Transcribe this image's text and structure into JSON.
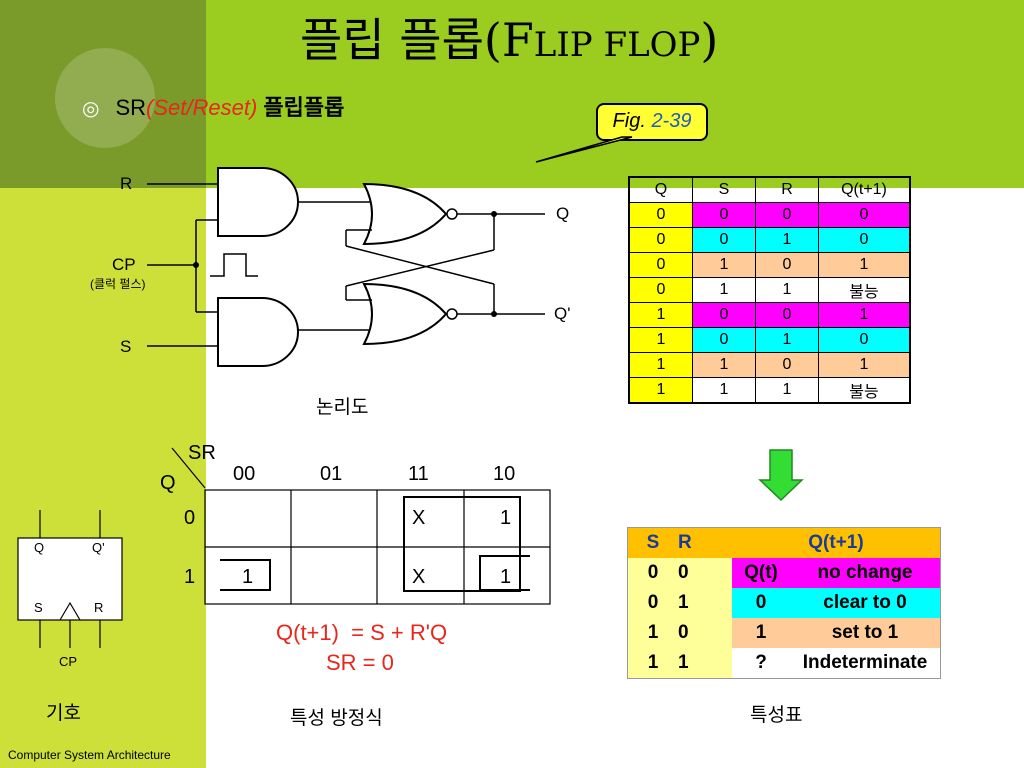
{
  "title": {
    "hangul": "플립 플롭",
    "open": "(",
    "F": "F",
    "rest": "LIP FLOP",
    "close": ")"
  },
  "bullet": {
    "prefix": "SR",
    "italic": "(Set/Reset)",
    "suffix": "플립플롭"
  },
  "figure_ref": {
    "fig": "Fig.",
    "num": "2-39"
  },
  "logic": {
    "R": "R",
    "CP": "CP",
    "CP_note": "(클럭 펄스)",
    "S": "S",
    "Q": "Q",
    "Qp": "Q'",
    "caption": "논리도"
  },
  "truth_table": {
    "headers": [
      "Q",
      "S",
      "R",
      "Q(t+1)"
    ],
    "rows": [
      {
        "cells": [
          "0",
          "0",
          "0",
          "0"
        ],
        "color": "#ff00ff"
      },
      {
        "cells": [
          "0",
          "0",
          "1",
          "0"
        ],
        "color": "#00ffff"
      },
      {
        "cells": [
          "0",
          "1",
          "0",
          "1"
        ],
        "color": "#ffcc99"
      },
      {
        "cells": [
          "0",
          "1",
          "1",
          "불능"
        ],
        "color": "#ffffff"
      },
      {
        "cells": [
          "1",
          "0",
          "0",
          "1"
        ],
        "color": "#ff00ff"
      },
      {
        "cells": [
          "1",
          "0",
          "1",
          "0"
        ],
        "color": "#00ffff"
      },
      {
        "cells": [
          "1",
          "1",
          "0",
          "1"
        ],
        "color": "#ffcc99"
      },
      {
        "cells": [
          "1",
          "1",
          "1",
          "불능"
        ],
        "color": "#ffffff"
      }
    ],
    "first_col_color": "#ffff00"
  },
  "kmap": {
    "SR": "SR",
    "Q": "Q",
    "cols": [
      "00",
      "01",
      "11",
      "10"
    ],
    "rows": [
      "0",
      "1"
    ],
    "cells": [
      [
        "",
        "",
        "X",
        "1"
      ],
      [
        "1",
        "",
        "X",
        "1"
      ]
    ],
    "eq1": "Q(t+1)  = S + R'Q",
    "eq2": "SR = 0",
    "caption": "특성 방정식"
  },
  "char_table": {
    "headers": [
      "S",
      "R",
      "Q(t+1)"
    ],
    "rows": [
      {
        "s": "0",
        "r": "0",
        "q": "Q(t)",
        "desc": "no change",
        "color": "#ff00ff"
      },
      {
        "s": "0",
        "r": "1",
        "q": "0",
        "desc": "clear to 0",
        "color": "#00ffff"
      },
      {
        "s": "1",
        "r": "0",
        "q": "1",
        "desc": "set to 1",
        "color": "#ffcc99"
      },
      {
        "s": "1",
        "r": "1",
        "q": "?",
        "desc": "Indeterminate",
        "color": "#ffffff"
      }
    ],
    "caption": "특성표"
  },
  "symbol": {
    "Q": "Q",
    "Qp": "Q'",
    "S": "S",
    "R": "R",
    "CP": "CP",
    "caption": "기호"
  },
  "footer": "Computer System Architecture",
  "colors": {
    "accent_green": "#9acd1f",
    "dark_green": "#7a9b2a",
    "lime": "#cde03a",
    "arrow": "#33dd33"
  }
}
